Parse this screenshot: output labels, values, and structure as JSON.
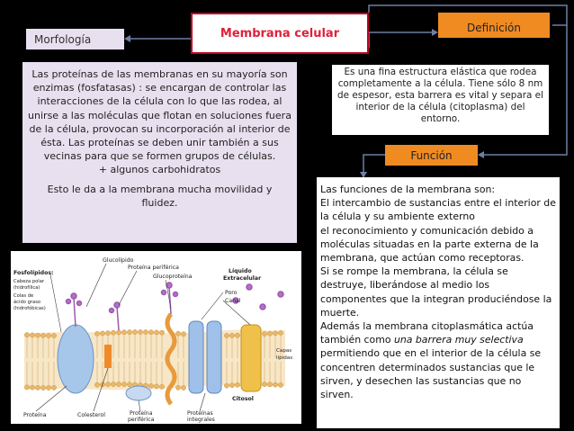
{
  "title": "Membrana celular",
  "morfologia": {
    "label": "Morfología",
    "text_1": "Las proteínas de las membranas en su mayoría son enzimas (fosfatasas) : se encargan de controlar las interacciones de la célula con lo que las rodea, al unirse a las moléculas que flotan en soluciones fuera de la célula, provocan su incorporación al interior de ésta. Las proteínas se deben unir también a sus vecinas para que se formen grupos de células.",
    "text_2": "+ algunos carbohidratos",
    "text_3": "Esto le da a la membrana mucha movilidad y fluidez."
  },
  "definicion": {
    "label": "Definición",
    "text": "Es una fina estructura elástica que rodea completamente a la célula. Tiene sólo 8 nm de espesor, esta barrera es vital y separa el interior de la célula (citoplasma) del entorno."
  },
  "funcion": {
    "label": "Función",
    "text_1": "Las funciones de la membrana son:",
    "text_2": "El intercambio de sustancias entre el interior de la célula y su ambiente externo",
    "text_3": " el reconocimiento y comunicación debido a moléculas situadas en la parte externa de la membrana, que actúan como receptoras.",
    "text_4": "Si se rompe la membrana, la célula se destruye, liberándose al medio los componentes que la integran produciéndose la muerte.",
    "text_5a": "Además la membrana citoplasmática actúa también como ",
    "text_5b": "una barrera muy selectiva",
    "text_5c": " permitiendo que en el interior de la célula se concentren determinados sustancias que le sirven, y desechen  las sustancias que no sirven."
  },
  "figure": {
    "labels": {
      "glucolipido": "Glucolípido",
      "proteina_periferica_top": "Proteína periférica",
      "glucoproteina": "Glucoproteína",
      "liquido": "Líquido",
      "extracelular": "Extracelular",
      "fosfolipidos": "Fosfolípidos:",
      "cabeza_polar": "Cabeza polar",
      "hidrofilica": "(hidrofílica)",
      "colas": "Colas de",
      "acido_graso": "ácido graso",
      "hidrofobicas": "(hidrofóbicas)",
      "poro": "Poro",
      "canal": "Canal",
      "capas": "Capas",
      "lipidas": "lípidas",
      "citosol": "Citosol",
      "proteina": "Proteína",
      "colesterol": "Colesterol",
      "proteina_bottom": "Proteína",
      "periferica_bottom": "periférica",
      "proteinas_bottom": "Proteínas",
      "integrales_bottom": "integrales"
    }
  },
  "colors": {
    "title_border": "#c0001e",
    "title_text": "#e0203a",
    "orange": "#f08b22",
    "lavender": "#e8e0ef",
    "connector": "#6e7fa4"
  }
}
